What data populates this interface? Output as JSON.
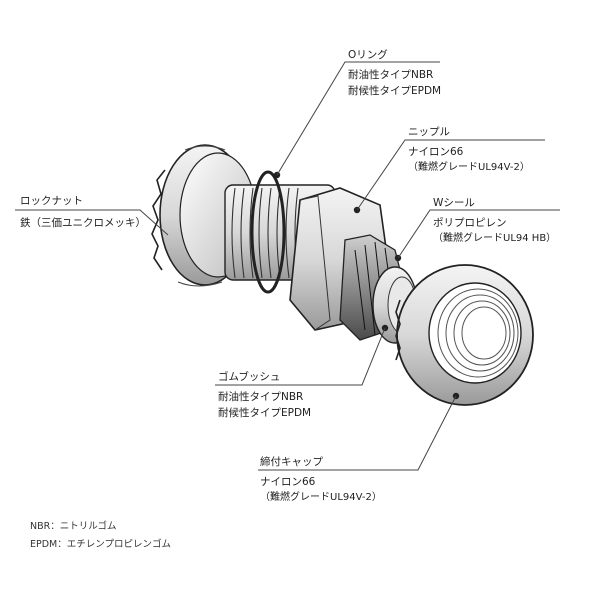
{
  "parts": {
    "oring": {
      "name": "Oリング",
      "line1": "耐油性タイプNBR",
      "line2": "耐候性タイプEPDM"
    },
    "nipple": {
      "name": "ニップル",
      "line1": "ナイロン66",
      "line2": "（難燃グレードUL94V-2）"
    },
    "lock_nut": {
      "name": "ロックナット",
      "line1": "鉄（三価ユニクロメッキ）"
    },
    "w_seal": {
      "name": "Wシール",
      "line1": "ポリプロピレン",
      "line2": "（難燃グレードUL94 HB）"
    },
    "rubber_bush": {
      "name": "ゴムブッシュ",
      "line1": "耐油性タイプNBR",
      "line2": "耐候性タイプEPDM"
    },
    "cap": {
      "name": "締付キャップ",
      "line1": "ナイロン66",
      "line2": "（難燃グレードUL94V-2）"
    }
  },
  "legend": {
    "nbr": "NBR：ニトリルゴム",
    "epdm": "EPDM：エチレンプロピレンゴム"
  }
}
